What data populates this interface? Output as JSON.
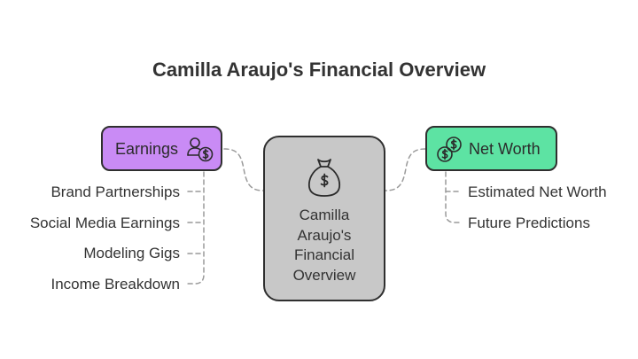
{
  "title": "Camilla Araujo's Financial Overview",
  "center": {
    "label": "Camilla\nAraujo's\nFinancial\nOverview",
    "icon": "money-bag-icon",
    "color": "#c8c8c8"
  },
  "left_branch": {
    "label": "Earnings",
    "icon": "person-dollar-icon",
    "color": "#c98bf5",
    "items": [
      "Brand Partnerships",
      "Social Media Earnings",
      "Modeling Gigs",
      "Income Breakdown"
    ]
  },
  "right_branch": {
    "label": "Net Worth",
    "icon": "coins-icon",
    "color": "#5de3a3",
    "items": [
      "Estimated Net Worth",
      "Future Predictions"
    ]
  }
}
